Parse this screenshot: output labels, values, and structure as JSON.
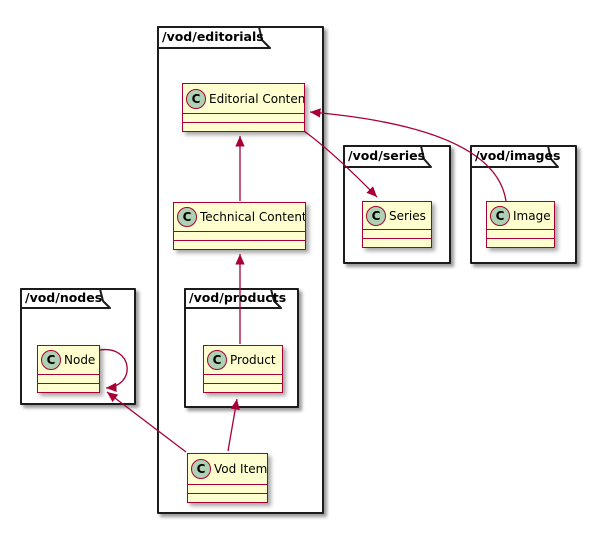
{
  "diagram": {
    "type": "uml-package-class-diagram",
    "colors": {
      "background": "#FFFFFF",
      "class_fill": "#FEFECE",
      "class_border": "#A80036",
      "stereotype_circle_fill": "#ADD1B2",
      "arrow": "#A80036",
      "package_border": "#1B1B1B",
      "text": "#000000"
    },
    "packages": {
      "editorials": {
        "label": "/vod/editorials"
      },
      "series": {
        "label": "/vod/series"
      },
      "images": {
        "label": "/vod/images"
      },
      "nodes": {
        "label": "/vod/nodes"
      },
      "products": {
        "label": "/vod/products"
      }
    },
    "classes": {
      "editorial_content": {
        "label": "Editorial Content",
        "stereotype": "C"
      },
      "technical_content": {
        "label": "Technical Content",
        "stereotype": "C"
      },
      "series": {
        "label": "Series",
        "stereotype": "C"
      },
      "image": {
        "label": "Image",
        "stereotype": "C"
      },
      "node": {
        "label": "Node",
        "stereotype": "C"
      },
      "product": {
        "label": "Product",
        "stereotype": "C"
      },
      "vod_item": {
        "label": "Vod Item",
        "stereotype": "C"
      }
    },
    "relations": [
      {
        "from": "Technical Content",
        "to": "Editorial Content"
      },
      {
        "from": "Product",
        "to": "Technical Content"
      },
      {
        "from": "Vod Item",
        "to": "Product"
      },
      {
        "from": "Vod Item",
        "to": "Node"
      },
      {
        "from": "Node",
        "to": "Node"
      },
      {
        "from": "Editorial Content",
        "to": "Series"
      },
      {
        "from": "Image",
        "to": "Editorial Content"
      }
    ]
  }
}
